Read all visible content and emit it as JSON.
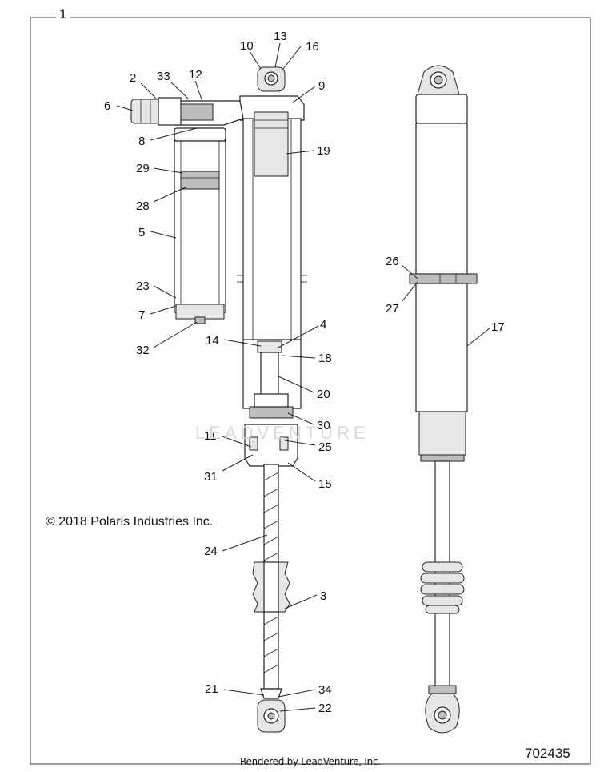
{
  "figure": {
    "frame_number": "1",
    "copyright": "© 2018 Polaris Industries Inc.",
    "drawing_number": "702435",
    "rendered_by": "Rendered by LeadVenture, Inc.",
    "watermark": "LEADVENTURE"
  },
  "callouts": [
    {
      "id": "2",
      "label": "2"
    },
    {
      "id": "33",
      "label": "33"
    },
    {
      "id": "12",
      "label": "12"
    },
    {
      "id": "6",
      "label": "6"
    },
    {
      "id": "8",
      "label": "8"
    },
    {
      "id": "29",
      "label": "29"
    },
    {
      "id": "28",
      "label": "28"
    },
    {
      "id": "5",
      "label": "5"
    },
    {
      "id": "23",
      "label": "23"
    },
    {
      "id": "7",
      "label": "7"
    },
    {
      "id": "32",
      "label": "32"
    },
    {
      "id": "10",
      "label": "10"
    },
    {
      "id": "13",
      "label": "13"
    },
    {
      "id": "16",
      "label": "16"
    },
    {
      "id": "9",
      "label": "9"
    },
    {
      "id": "19",
      "label": "19"
    },
    {
      "id": "4",
      "label": "4"
    },
    {
      "id": "14",
      "label": "14"
    },
    {
      "id": "18",
      "label": "18"
    },
    {
      "id": "20",
      "label": "20"
    },
    {
      "id": "30",
      "label": "30"
    },
    {
      "id": "11",
      "label": "11"
    },
    {
      "id": "25",
      "label": "25"
    },
    {
      "id": "31",
      "label": "31"
    },
    {
      "id": "15",
      "label": "15"
    },
    {
      "id": "24",
      "label": "24"
    },
    {
      "id": "3",
      "label": "3"
    },
    {
      "id": "21",
      "label": "21"
    },
    {
      "id": "34",
      "label": "34"
    },
    {
      "id": "22",
      "label": "22"
    },
    {
      "id": "26",
      "label": "26"
    },
    {
      "id": "27",
      "label": "27"
    },
    {
      "id": "17",
      "label": "17"
    }
  ]
}
